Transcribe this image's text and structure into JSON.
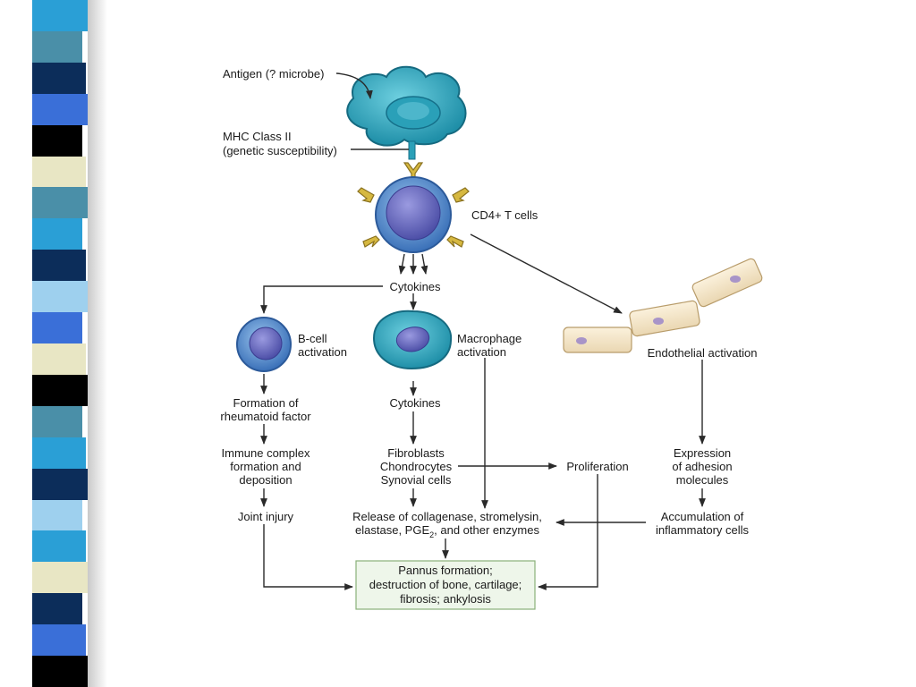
{
  "slide": {
    "stripe_colors": [
      "#2a9fd6",
      "#4a8fa8",
      "#0c2d5a",
      "#3a6fd8",
      "#000000",
      "#e8e6c4",
      "#4a8fa8",
      "#2a9fd6",
      "#0c2d5a",
      "#9ed0ee",
      "#3a6fd8",
      "#e8e6c4",
      "#000000",
      "#4a8fa8",
      "#2a9fd6",
      "#0c2d5a",
      "#9ed0ee",
      "#2a9fd6",
      "#e8e6c4",
      "#0c2d5a",
      "#3a6fd8",
      "#000000"
    ]
  },
  "diagram": {
    "antigen_label": "Antigen (? microbe)",
    "mhc_line1": "MHC Class II",
    "mhc_line2": "(genetic susceptibility)",
    "cd4_label": "CD4+ T cells",
    "cytokines_top": "Cytokines",
    "bcell_line1": "B-cell",
    "bcell_line2": "activation",
    "macrophage_line1": "Macrophage",
    "macrophage_line2": "activation",
    "endothelial_label": "Endothelial activation",
    "rf_line1": "Formation of",
    "rf_line2": "rheumatoid factor",
    "cytokines_mid": "Cytokines",
    "immune_line1": "Immune complex",
    "immune_line2": "formation and",
    "immune_line3": "deposition",
    "fibro_line1": "Fibroblasts",
    "fibro_line2": "Chondrocytes",
    "fibro_line3": "Synovial cells",
    "proliferation": "Proliferation",
    "adhesion_line1": "Expression",
    "adhesion_line2": "of adhesion",
    "adhesion_line3": "molecules",
    "joint_injury": "Joint injury",
    "release_line1": "Release of collagenase, stromelysin,",
    "release_line2a": "elastase, PGE",
    "release_sub": "2",
    "release_line2b": ", and other enzymes",
    "accum_line1": "Accumulation of",
    "accum_line2": "inflammatory cells",
    "pannus_line1": "Pannus formation;",
    "pannus_line2": "destruction of bone, cartilage;",
    "pannus_line3": "fibrosis; ankylosis"
  }
}
